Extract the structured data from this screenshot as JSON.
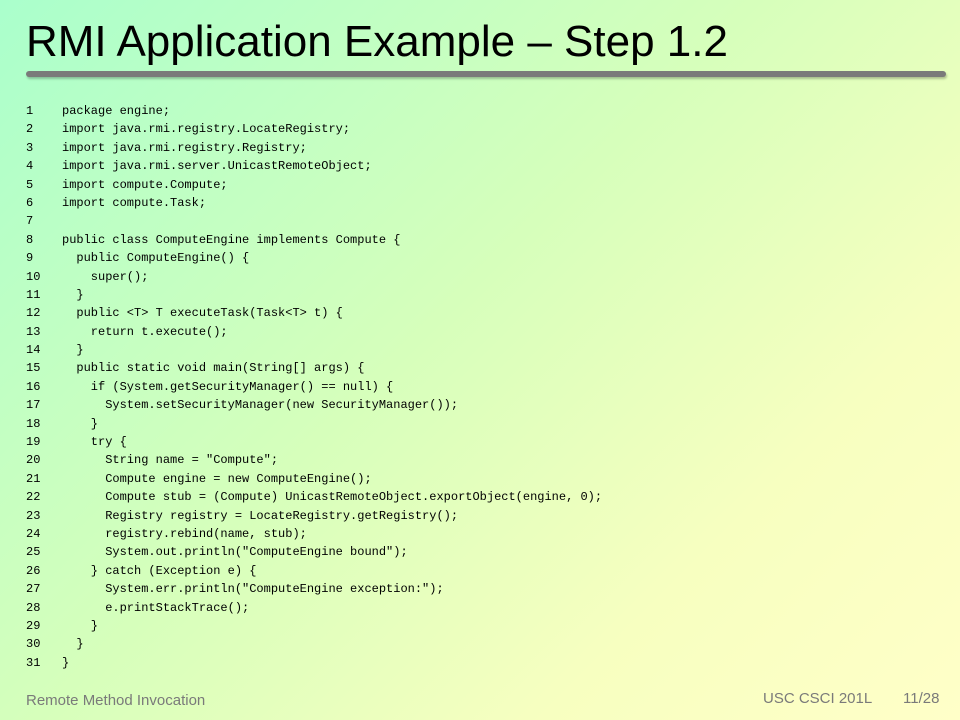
{
  "slide": {
    "title": "RMI Application Example – Step 1.2"
  },
  "code": {
    "lines": [
      {
        "num": "1",
        "text": "package engine;"
      },
      {
        "num": "2",
        "text": "import java.rmi.registry.LocateRegistry;"
      },
      {
        "num": "3",
        "text": "import java.rmi.registry.Registry;"
      },
      {
        "num": "4",
        "text": "import java.rmi.server.UnicastRemoteObject;"
      },
      {
        "num": "5",
        "text": "import compute.Compute;"
      },
      {
        "num": "6",
        "text": "import compute.Task;"
      },
      {
        "num": "7",
        "text": ""
      },
      {
        "num": "8",
        "text": "public class ComputeEngine implements Compute {"
      },
      {
        "num": "9",
        "text": "  public ComputeEngine() {"
      },
      {
        "num": "10",
        "text": "    super();"
      },
      {
        "num": "11",
        "text": "  }"
      },
      {
        "num": "12",
        "text": "  public <T> T executeTask(Task<T> t) {"
      },
      {
        "num": "13",
        "text": "    return t.execute();"
      },
      {
        "num": "14",
        "text": "  }"
      },
      {
        "num": "15",
        "text": "  public static void main(String[] args) {"
      },
      {
        "num": "16",
        "text": "    if (System.getSecurityManager() == null) {"
      },
      {
        "num": "17",
        "text": "      System.setSecurityManager(new SecurityManager());"
      },
      {
        "num": "18",
        "text": "    }"
      },
      {
        "num": "19",
        "text": "    try {"
      },
      {
        "num": "20",
        "text": "      String name = \"Compute\";"
      },
      {
        "num": "21",
        "text": "      Compute engine = new ComputeEngine();"
      },
      {
        "num": "22",
        "text": "      Compute stub = (Compute) UnicastRemoteObject.exportObject(engine, 0);"
      },
      {
        "num": "23",
        "text": "      Registry registry = LocateRegistry.getRegistry();"
      },
      {
        "num": "24",
        "text": "      registry.rebind(name, stub);"
      },
      {
        "num": "25",
        "text": "      System.out.println(\"ComputeEngine bound\");"
      },
      {
        "num": "26",
        "text": "    } catch (Exception e) {"
      },
      {
        "num": "27",
        "text": "      System.err.println(\"ComputeEngine exception:\");"
      },
      {
        "num": "28",
        "text": "      e.printStackTrace();"
      },
      {
        "num": "29",
        "text": "    }"
      },
      {
        "num": "30",
        "text": "  }"
      },
      {
        "num": "31",
        "text": "}"
      }
    ]
  },
  "footer": {
    "topic": "Remote Method Invocation",
    "course": "USC CSCI 201L",
    "page": "11/28"
  }
}
